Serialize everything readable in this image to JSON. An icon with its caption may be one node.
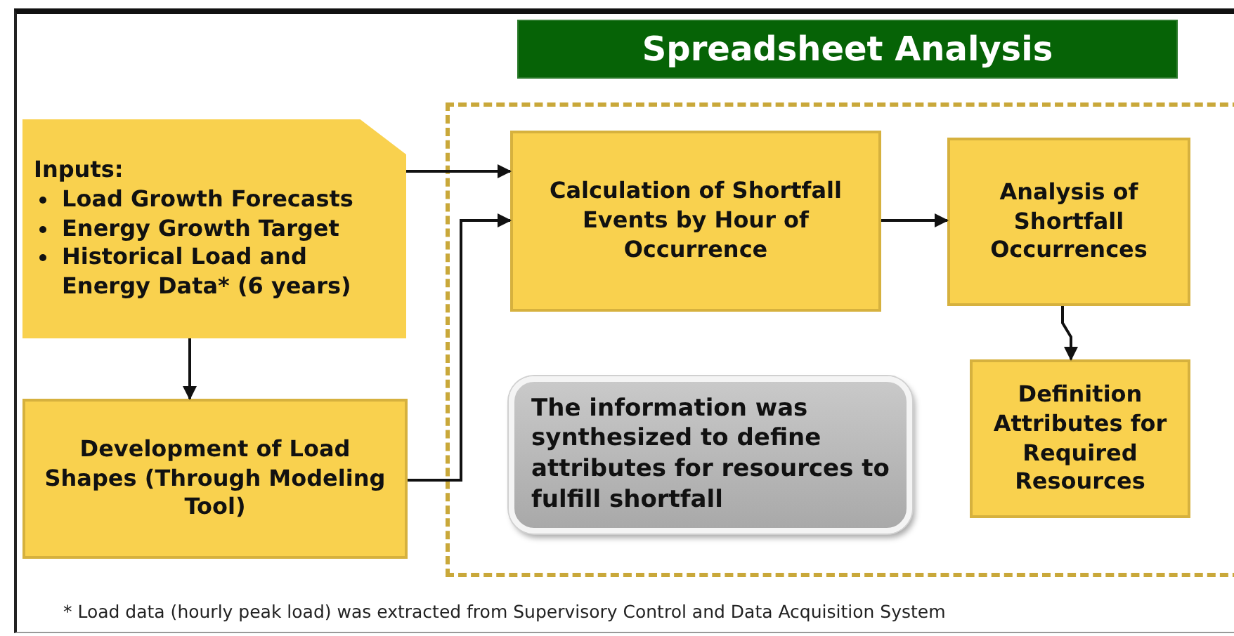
{
  "diagram": {
    "nodes": [
      {
        "text": [
          "Spreadsheet Analysis"
        ]
      },
      {
        "text": [
          "Inputs:",
          "Load Growth Forecasts",
          "Energy Growth Target",
          "Historical Load and Energy Data* (6 years)"
        ]
      },
      {
        "text": [
          "Development of Load Shapes (Through Modeling Tool)"
        ]
      },
      {
        "text": [
          "Calculation of Shortfall Events by Hour of Occurrence"
        ],
        "in": 0
      },
      {
        "text": [
          "Analysis of Shortfall Occurrences"
        ],
        "in": 0
      },
      {
        "text": [
          "The information was synthesized to define attributes for resources to fulfill shortfall"
        ],
        "in": 0
      },
      {
        "text": [
          "Definition Attributes for Required Resources"
        ],
        "in": 0
      }
    ],
    "edges": [
      {
        "from": 1,
        "to": 3,
        "arrow": "to"
      },
      {
        "from": 2,
        "to": 3,
        "arrow": "to"
      },
      {
        "from": 1,
        "to": 2,
        "arrow": "to"
      },
      {
        "from": 3,
        "to": 4,
        "arrow": "to"
      },
      {
        "from": 4,
        "to": 6,
        "arrow": "to"
      }
    ],
    "labels": [
      "* Load data (hourly peak load) was extracted from Supervisory Control and Data Acquisition System"
    ]
  }
}
